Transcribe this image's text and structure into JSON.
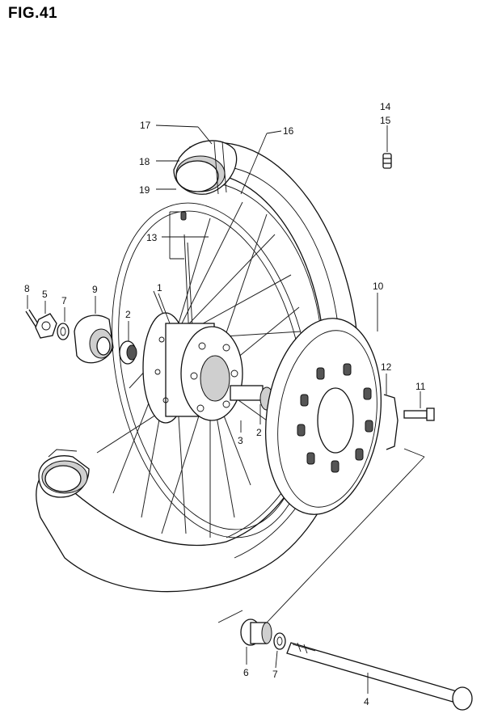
{
  "figure": {
    "title": "FIG.41"
  },
  "callouts": {
    "c1": "1",
    "c2a": "2",
    "c2b": "2",
    "c3": "3",
    "c4": "4",
    "c5": "5",
    "c6": "6",
    "c7a": "7",
    "c7b": "7",
    "c8": "8",
    "c9": "9",
    "c10": "10",
    "c11": "11",
    "c12": "12",
    "c13": "13",
    "c14": "14",
    "c15": "15",
    "c16": "16",
    "c17": "17",
    "c18": "18",
    "c19": "19"
  }
}
